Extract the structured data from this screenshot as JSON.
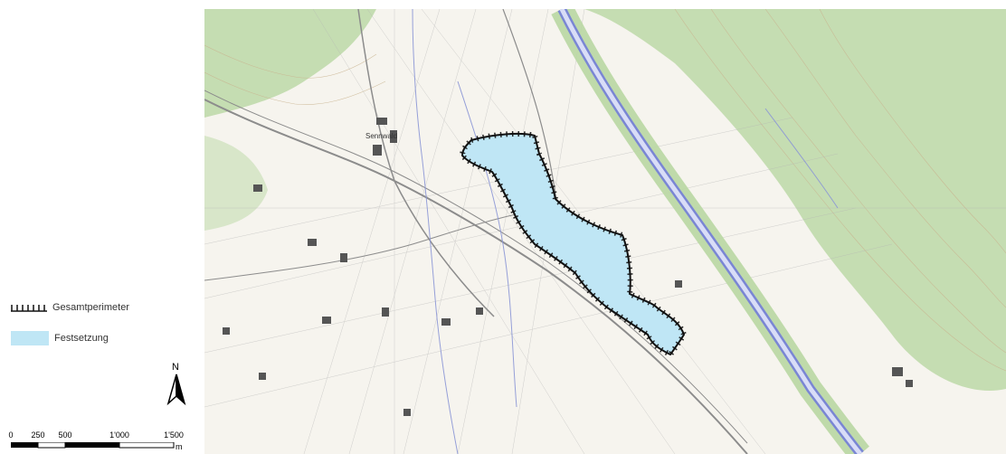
{
  "legend": {
    "perimeter_label": "Gesamtperimeter",
    "festsetzung_label": "Festsetzung",
    "colors": {
      "festsetzung_fill": "#bfe6f5",
      "festsetzung_stroke": "#111111"
    }
  },
  "north": {
    "label": "N"
  },
  "scale": {
    "ticks": [
      "0",
      "250",
      "500",
      "1'000",
      "1'500"
    ],
    "unit": "m"
  },
  "map": {
    "place_names": [
      "Sennwald"
    ],
    "colors": {
      "forest": "#b9d7a2",
      "river": "#8b96d6",
      "water": "#7a86d4",
      "contour": "#c9b38f",
      "road": "#9a9a9a",
      "building": "#555555",
      "paper": "#f6f4ee"
    },
    "icons": [
      "north-arrow-icon"
    ]
  }
}
